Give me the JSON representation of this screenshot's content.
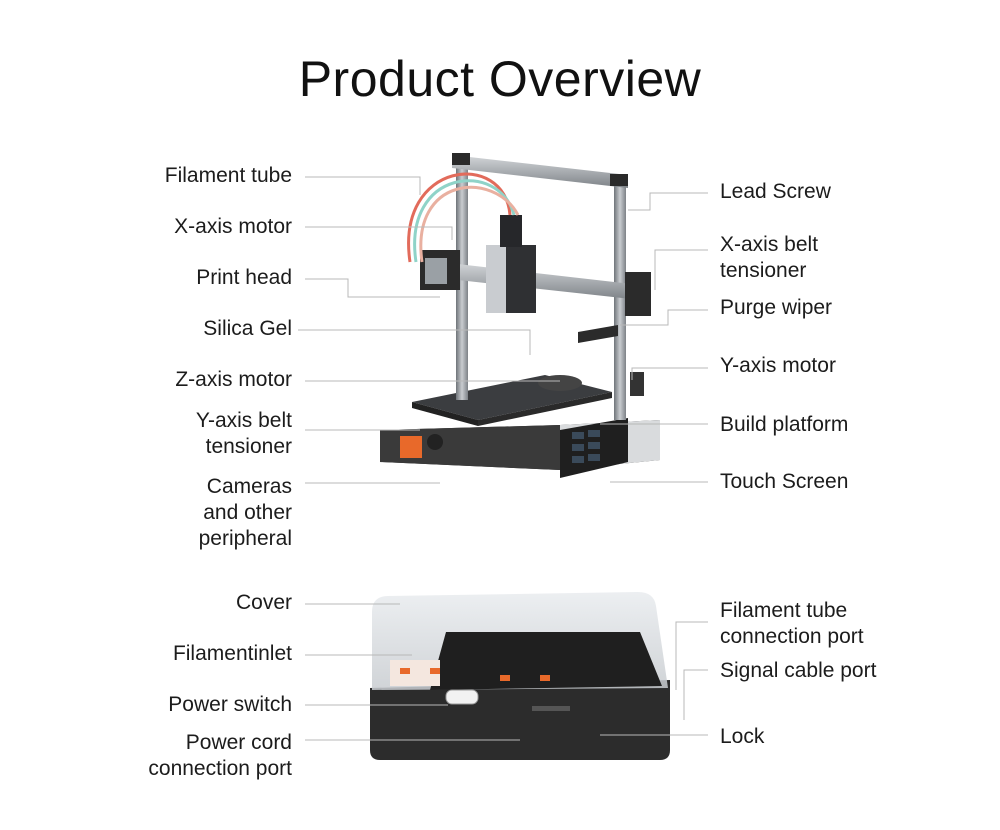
{
  "title": "Product Overview",
  "printer": {
    "left_labels": [
      "Filament tube",
      "X-axis motor",
      "Print head",
      "Silica Gel",
      "Z-axis motor",
      "Y-axis belt\ntensioner",
      "Cameras\nand other\nperipheral"
    ],
    "right_labels": [
      "Lead Screw",
      "X-axis belt\ntensioner",
      "Purge wiper",
      "Y-axis motor",
      "Build platform",
      "Touch Screen"
    ]
  },
  "hub": {
    "left_labels": [
      "Cover",
      "Filamentinlet",
      "Power switch",
      "Power cord\nconnection port"
    ],
    "right_labels": [
      "Filament tube\nconnection port",
      "Signal cable port",
      "Lock"
    ]
  },
  "colors": {
    "leader_line": "#b8b8b8",
    "frame": "#8d9196",
    "body_dark": "#2b2b2b",
    "accent_orange": "#e8692a"
  }
}
